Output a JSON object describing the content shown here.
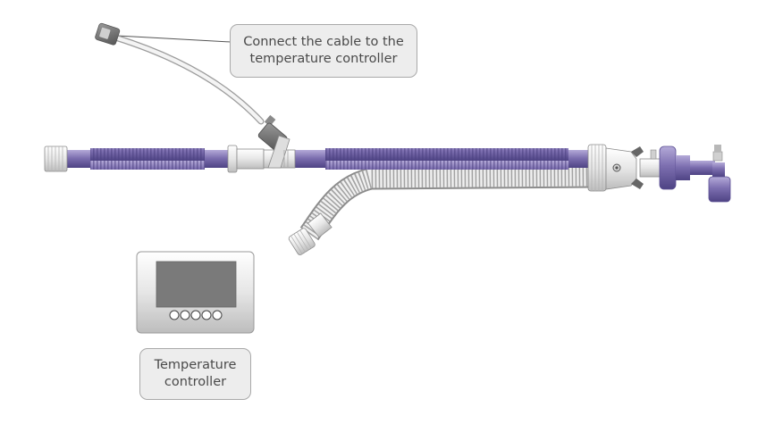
{
  "callouts": {
    "cable": {
      "line1": "Connect the cable to the",
      "line2": "temperature controller"
    },
    "controller": {
      "line1": "Temperature",
      "line2": "controller"
    }
  },
  "colors": {
    "tube_purple": "#7d6fb0",
    "tube_purple_dark": "#5b4f93",
    "connector_gray": "#ebebeb",
    "screen_gray": "#7a7a7a",
    "label_fill": "#ededed",
    "label_border": "#a9a9a9"
  }
}
